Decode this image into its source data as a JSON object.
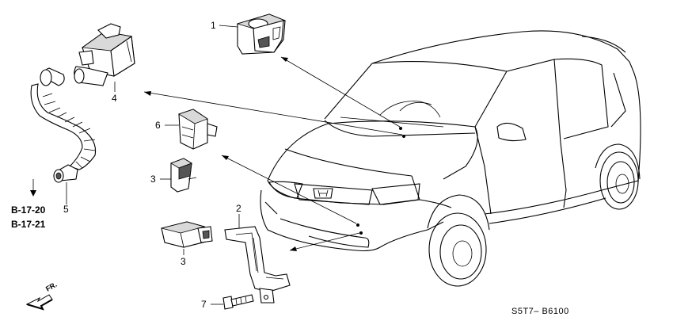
{
  "callouts": {
    "c1": "1",
    "c2": "2",
    "c3a": "3",
    "c3b": "3",
    "c4": "4",
    "c5": "5",
    "c6": "6",
    "c7": "7"
  },
  "references": [
    "B-17-20",
    "B-17-21"
  ],
  "direction_label": "FR.",
  "diagram_code": "S5T7– B6100",
  "icons": [
    "front-direction-arrow-icon"
  ]
}
